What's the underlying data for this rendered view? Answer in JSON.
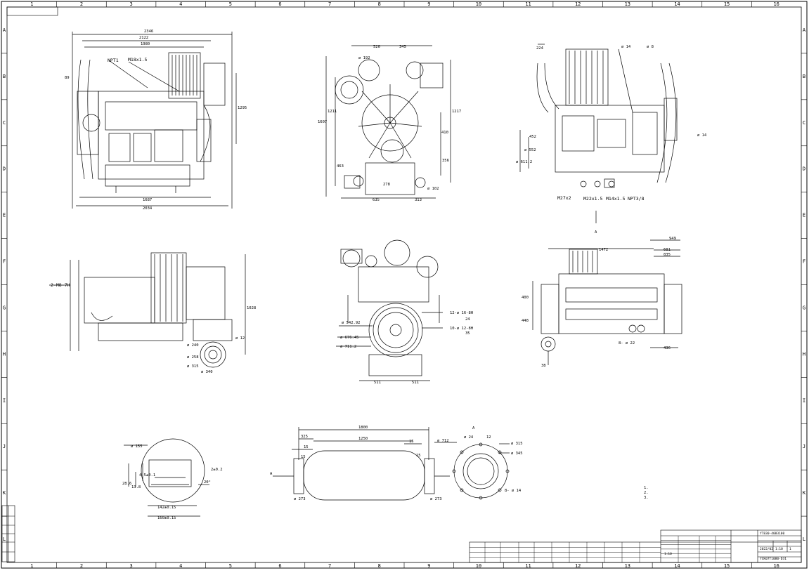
{
  "zones": {
    "columns": [
      "1",
      "2",
      "3",
      "4",
      "5",
      "6",
      "7",
      "8",
      "9",
      "10",
      "11",
      "12",
      "13",
      "14",
      "15",
      "16"
    ],
    "rows": [
      "A",
      "B",
      "C",
      "D",
      "E",
      "F",
      "G",
      "H",
      "I",
      "J",
      "K",
      "L"
    ]
  },
  "front_view": {
    "callouts": [
      "NPT1",
      "M18x1.5"
    ],
    "dims": [
      "2346",
      "2122",
      "1980",
      "89",
      "1295",
      "1687",
      "2034"
    ]
  },
  "end_view": {
    "dims": [
      "520",
      "345",
      "ø 192",
      "1211",
      "1607",
      "1217",
      "410",
      "463",
      "356",
      "278",
      "635",
      "313",
      "ø 102"
    ]
  },
  "rear_view": {
    "callouts": [
      "M27x2",
      "M22x1.5",
      "M14x1.5",
      "NPT3/8"
    ],
    "dims": [
      "224",
      "ø 14",
      "ø 8",
      "ø 14",
      "ø 611.2",
      "ø 552",
      "452"
    ],
    "axis_mark": "A"
  },
  "left_view": {
    "callouts": [
      "2-M8-7H"
    ],
    "dims": [
      "ø 12",
      "ø 240",
      "ø 258",
      "ø 315",
      "ø 340",
      "1028"
    ]
  },
  "flywheel_view": {
    "dims": [
      "12-ø 16-8H",
      "ø 542.92",
      "10-ø 12-8H",
      "ø 676.45",
      "ø 711.2",
      "511",
      "511"
    ],
    "notes": [
      "24",
      "35"
    ]
  },
  "top_view": {
    "dims": [
      "1472",
      "949",
      "681",
      "835",
      "400",
      "448",
      "38",
      "8- ø 22",
      "436"
    ]
  },
  "silencer": {
    "dims": [
      "1800",
      "325",
      "1250",
      "15",
      "15",
      "15",
      "15",
      "ø 273",
      "ø 273",
      "A"
    ]
  },
  "flange_left": {
    "dims": [
      "ø 155",
      "28.6",
      "13.8",
      "4.5±0.1",
      "2±0.2",
      "20°",
      "142±0.15",
      "160±0.15"
    ]
  },
  "flange_right": {
    "dims": [
      "A",
      "ø 712",
      "ø 24",
      "ø 315",
      "ø 345",
      "8- ø 14",
      "12"
    ]
  },
  "tech_notes": {
    "lines": [
      "1.",
      "2.",
      "3."
    ]
  },
  "title_block": {
    "drawing_no": "YCK07T1080-D31",
    "code": "YT830-4083100",
    "date": "2022/02",
    "scale": "1:10",
    "ratio": "1:10",
    "sheet": "1"
  }
}
